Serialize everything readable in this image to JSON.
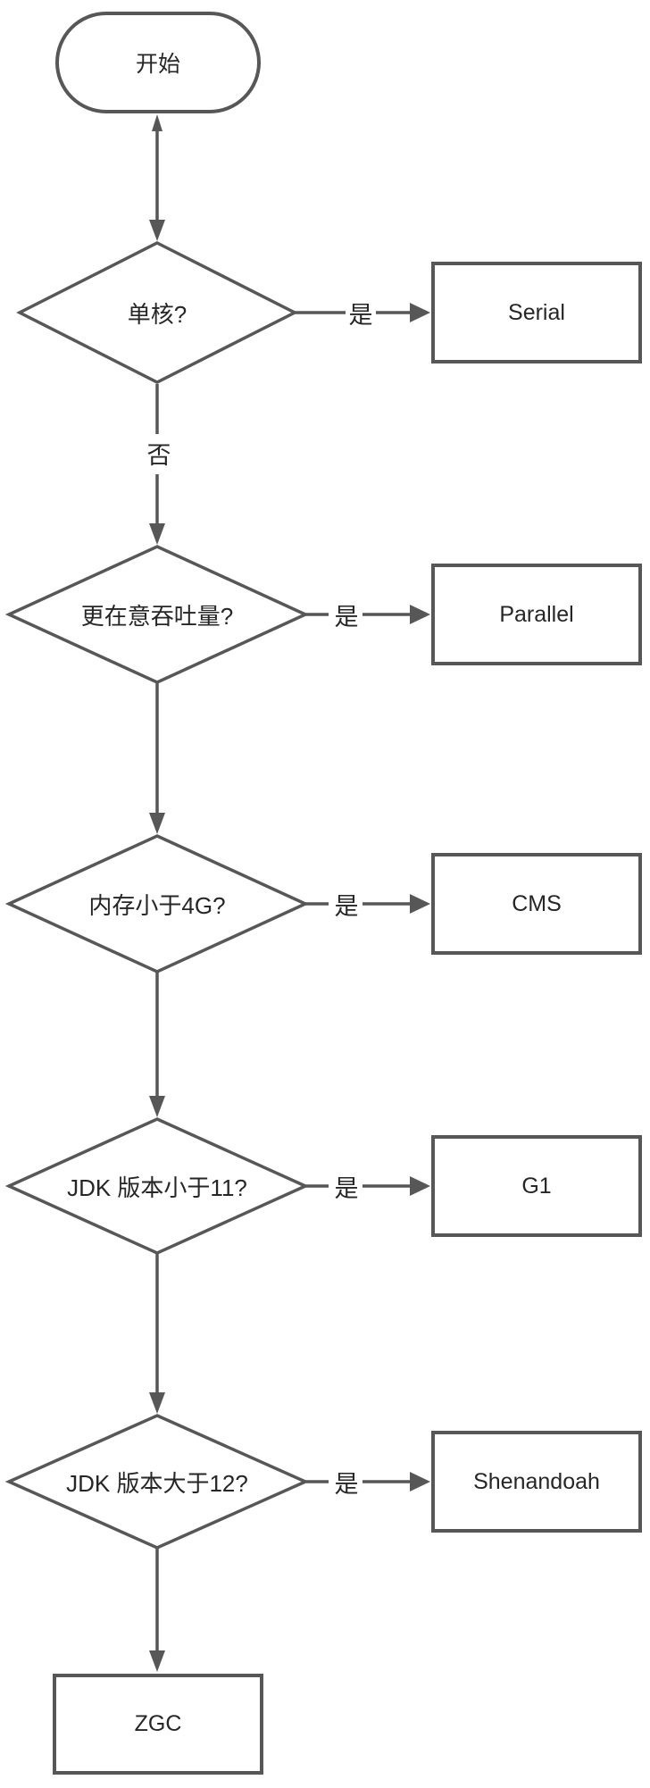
{
  "diagram": {
    "background": "#ffffff",
    "stroke_color": "#575757",
    "text_color": "#262626",
    "start": {
      "label": "开始"
    },
    "decisions": [
      {
        "label": "单核?",
        "yes_label": "是",
        "no_label": "否",
        "result": "Serial"
      },
      {
        "label": "更在意吞吐量?",
        "yes_label": "是",
        "result": "Parallel"
      },
      {
        "label": "内存小于4G?",
        "yes_label": "是",
        "result": "CMS"
      },
      {
        "label": "JDK 版本小于11?",
        "yes_label": "是",
        "result": "G1"
      },
      {
        "label": "JDK 版本大于12?",
        "yes_label": "是",
        "result": "Shenandoah"
      }
    ],
    "final": {
      "label": "ZGC"
    }
  }
}
